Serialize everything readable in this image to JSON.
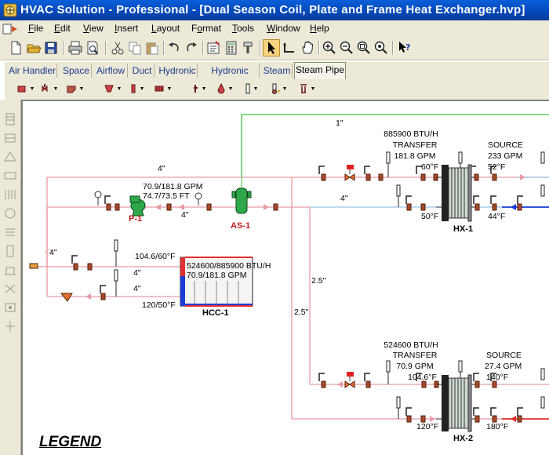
{
  "window": {
    "title": "HVAC Solution - Professional - [Dual Season Coil, Plate and Frame Heat Exchanger.hvp]"
  },
  "menu": {
    "items": [
      "File",
      "Edit",
      "View",
      "Insert",
      "Layout",
      "Format",
      "Tools",
      "Window",
      "Help"
    ],
    "underline": [
      "F",
      "E",
      "V",
      "I",
      "L",
      "o",
      "T",
      "W",
      "H"
    ]
  },
  "toolbar": {
    "icons": [
      "new-icon",
      "open-icon",
      "save-icon",
      "print-icon",
      "print-preview-icon",
      "cut-icon",
      "copy-icon",
      "paste-icon",
      "undo-icon",
      "redo-icon",
      "properties-icon",
      "calculator-icon",
      "format-painter-icon",
      "select-pointer-icon",
      "connect-pipe-icon",
      "pan-hand-icon",
      "zoom-in-icon",
      "zoom-out-icon",
      "zoom-window-icon",
      "zoom-extents-icon",
      "context-help-icon"
    ]
  },
  "tabs": [
    "Air Handler",
    "Space",
    "Airflow",
    "Duct",
    "Hydronic",
    "Hydronic Pipe",
    "Steam",
    "Steam Pipe"
  ],
  "active_tab": "Steam Pipe",
  "diagram": {
    "pipe_sizes": {
      "top_1in": "1\"",
      "main_4in_top": "4\"",
      "main_4in_return": "4\"",
      "hx1_4in": "4\"",
      "branch_4in_left": "4\"",
      "coil_4in_a": "4\"",
      "coil_4in_b": "4\"",
      "riser_25_a": "2.5\"",
      "riser_25_b": "2.5\""
    },
    "pump": {
      "tag": "P-1",
      "flow": "70.9/181.8 GPM",
      "head": "74.7/73.5 FT"
    },
    "air_separator": {
      "tag": "AS-1"
    },
    "coil": {
      "tag": "HCC-1",
      "load": "524600/885900 BTU/H",
      "flow": "70.9/181.8 GPM",
      "supply_temp": "104.6/60°F",
      "return_temp": "120/50°F"
    },
    "hx1": {
      "tag": "HX-1",
      "transfer_btu": "885900 BTU/H",
      "transfer_label": "TRANSFER",
      "transfer_gpm": "181.8 GPM",
      "source_label": "SOURCE",
      "source_gpm": "233 GPM",
      "t_leave": "60°F",
      "t_enter": "50°F",
      "s_leave": "52°F",
      "s_enter": "44°F"
    },
    "hx2": {
      "tag": "HX-2",
      "transfer_btu": "524600 BTU/H",
      "transfer_label": "TRANSFER",
      "transfer_gpm": "70.9 GPM",
      "source_label": "SOURCE",
      "source_gpm": "27.4 GPM",
      "t_leave": "104.6°F",
      "t_enter": "120°F",
      "s_leave": "140°F",
      "s_enter": "180°F"
    },
    "legend": "LEGEND"
  },
  "colors": {
    "supply_pipe": "#e89aa6",
    "return_pipe": "#9cc3e3",
    "green_line": "#41c141",
    "blue_line": "#1c3cd8",
    "red_line": "#e23030",
    "titlebar": "#0a5fd8"
  }
}
